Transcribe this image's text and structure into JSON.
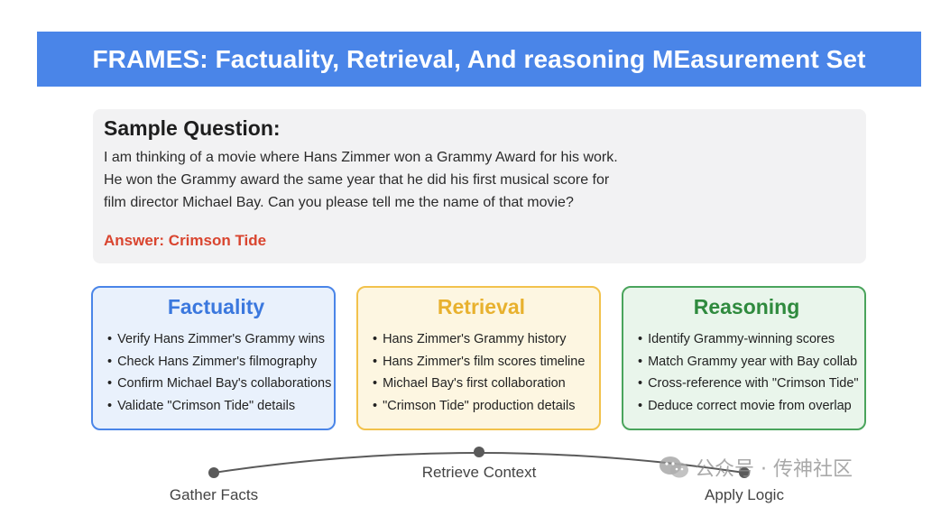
{
  "title": "FRAMES: Factuality, Retrieval, And reasoning MEasurement Set",
  "sample": {
    "heading": "Sample Question:",
    "lines": [
      "I am thinking of a movie where Hans Zimmer won a Grammy Award for his work.",
      "He won the Grammy award the same year that he did his first musical score for",
      "film director Michael Bay. Can you please tell me the name of that movie?"
    ],
    "answer": "Answer: Crimson Tide"
  },
  "cards": [
    {
      "title": "Factuality",
      "items": [
        "Verify Hans Zimmer's Grammy wins",
        "Check Hans Zimmer's filmography",
        "Confirm Michael Bay's collaborations",
        "Validate \"Crimson Tide\" details"
      ]
    },
    {
      "title": "Retrieval",
      "items": [
        "Hans Zimmer's Grammy history",
        "Hans Zimmer's film scores timeline",
        "Michael Bay's first collaboration",
        "\"Crimson Tide\" production details"
      ]
    },
    {
      "title": "Reasoning",
      "items": [
        "Identify Grammy-winning scores",
        "Match Grammy year with Bay collab",
        "Cross-reference with \"Crimson Tide\"",
        "Deduce correct movie from overlap"
      ]
    }
  ],
  "flow": {
    "steps": [
      "Gather Facts",
      "Retrieve Context",
      "Apply Logic"
    ]
  },
  "watermark": {
    "text": "公众号 · 传神社区",
    "icon": "wechat-icon"
  },
  "colors": {
    "banner": "#4a85e8",
    "answer": "#d9452f",
    "factuality": "#4a85e8",
    "retrieval": "#f2c24c",
    "reasoning": "#4aa45c"
  }
}
